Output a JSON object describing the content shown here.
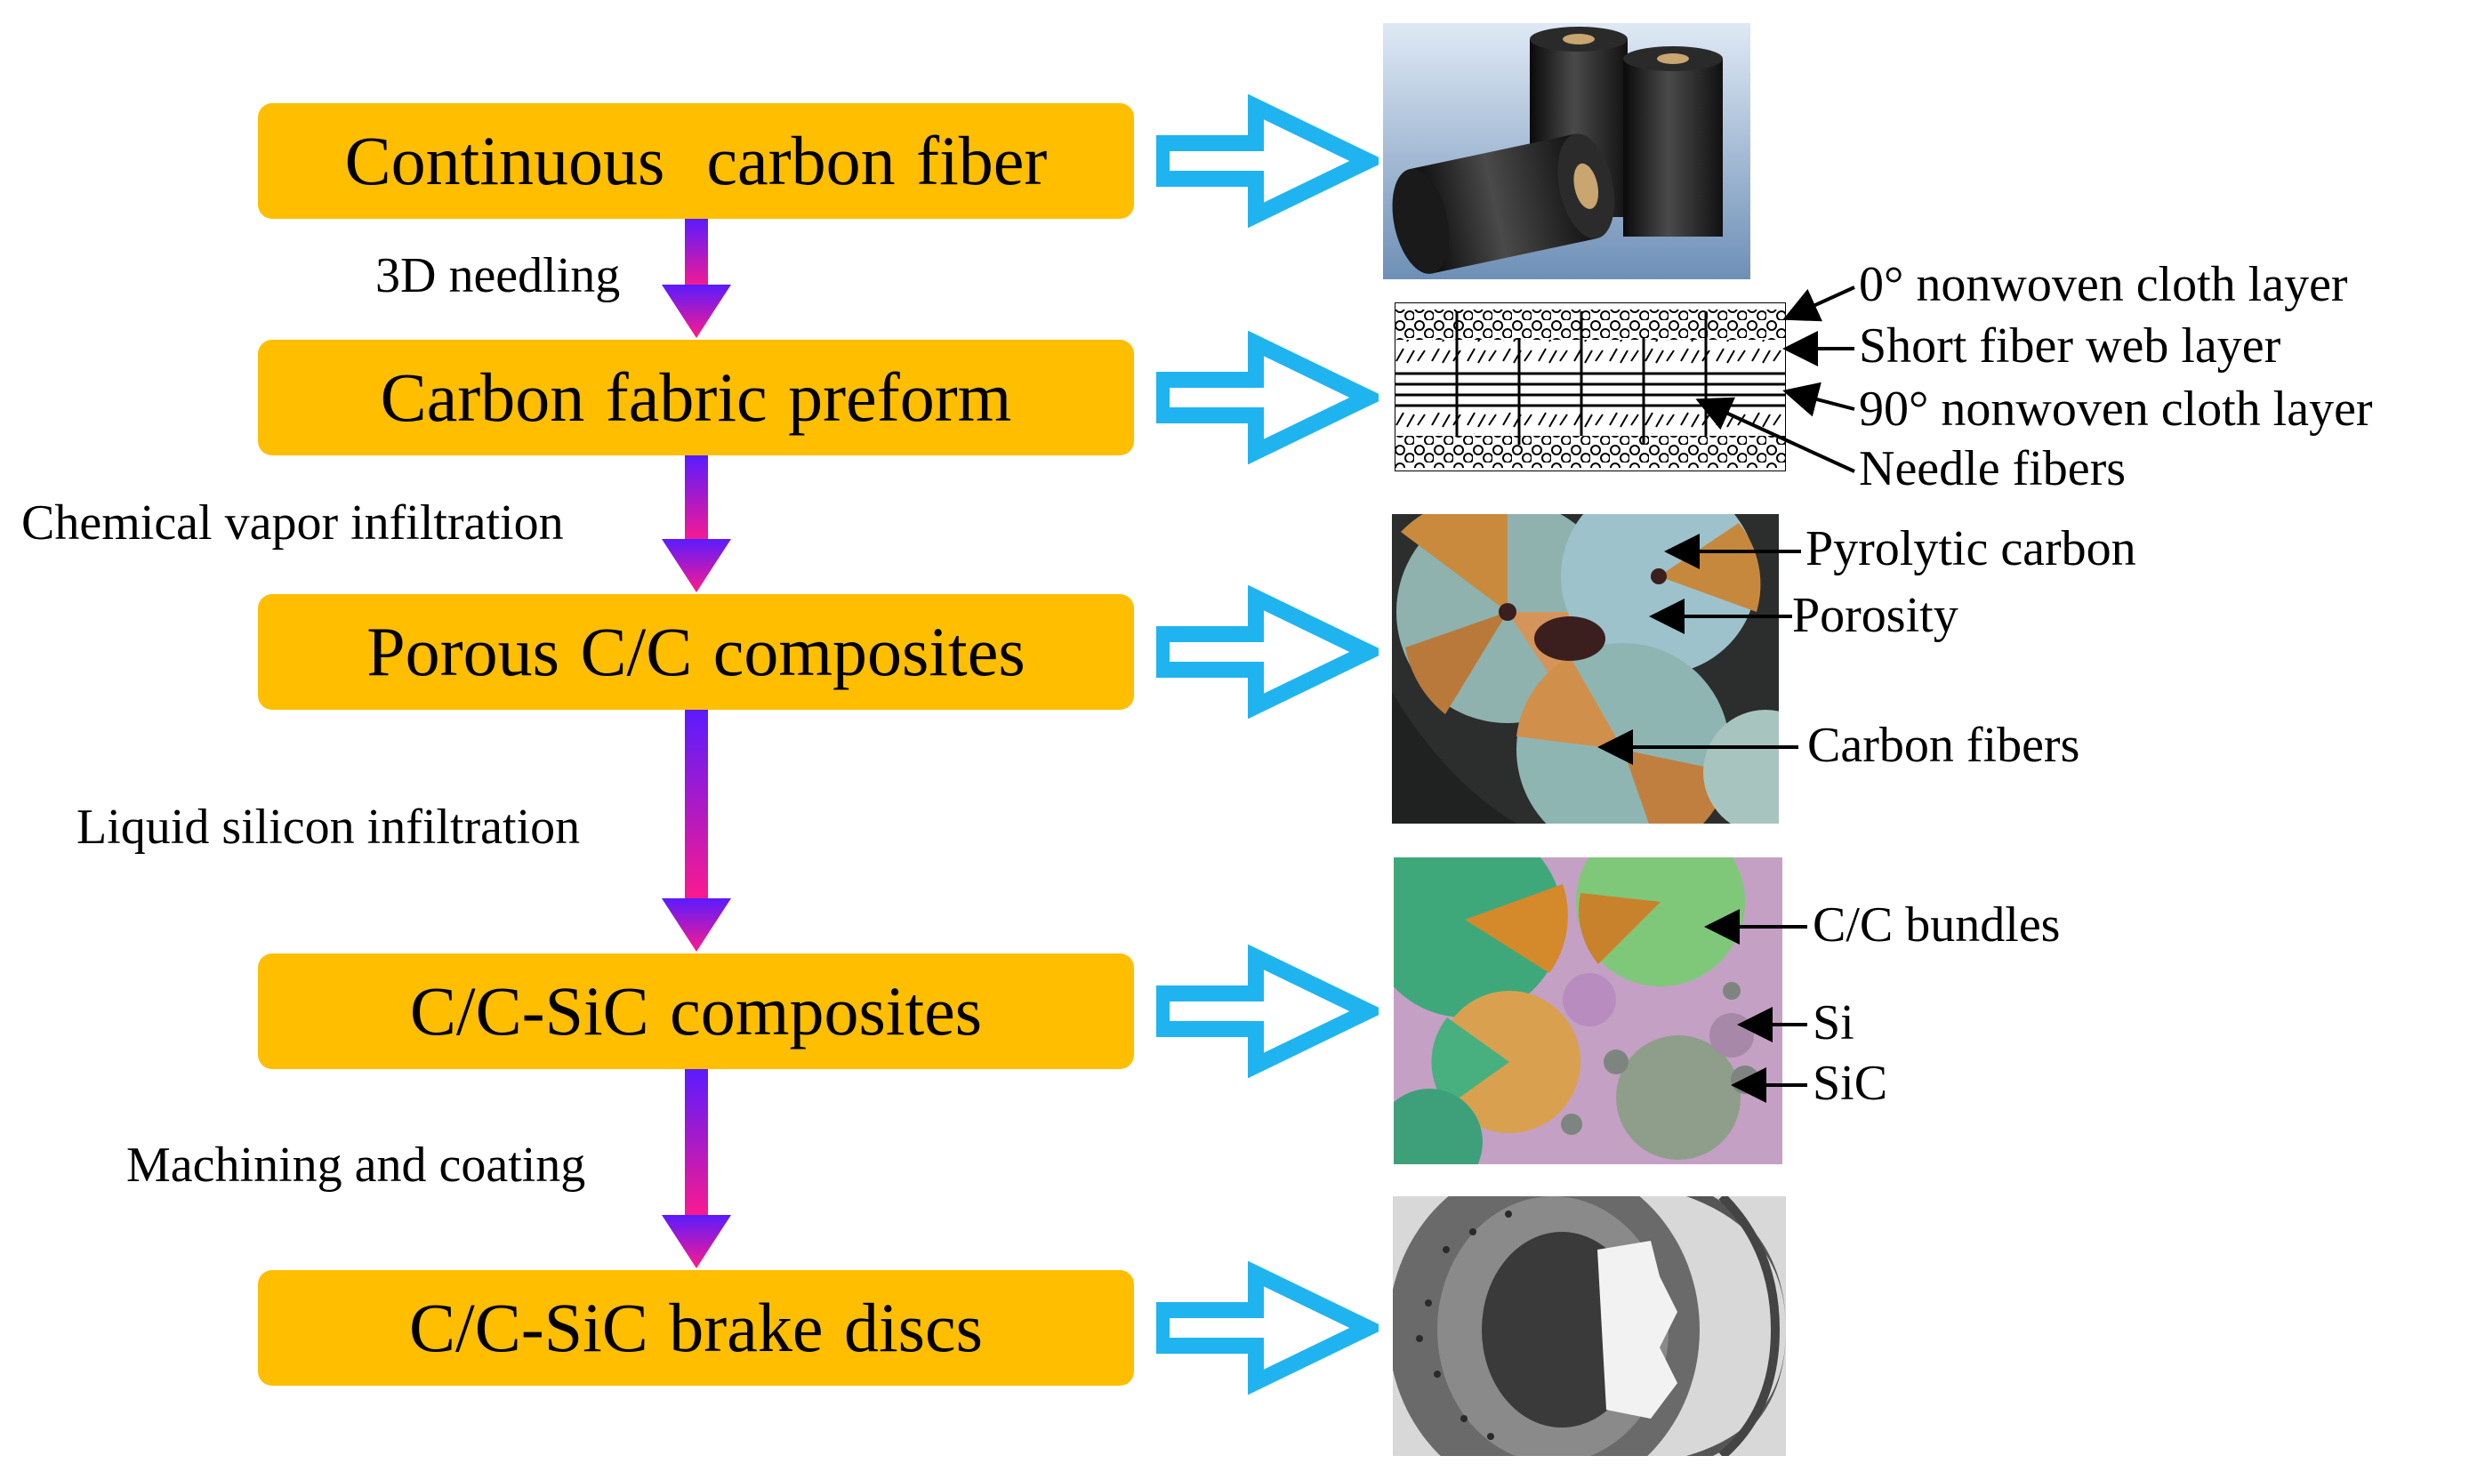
{
  "flow": {
    "stages": [
      {
        "label": "Continuous  carbon fiber"
      },
      {
        "label": "Carbon fabric preform"
      },
      {
        "label": "Porous C/C composites"
      },
      {
        "label": "C/C-SiC composites"
      },
      {
        "label": "C/C-SiC brake discs"
      }
    ],
    "steps": [
      {
        "label": "3D needling"
      },
      {
        "label": "Chemical vapor infiltration"
      },
      {
        "label": "Liquid silicon infiltration"
      },
      {
        "label": "Machining and coating"
      }
    ]
  },
  "panels": {
    "preform_callouts": [
      "0° nonwoven cloth layer",
      "Short fiber web layer",
      "90° nonwoven cloth layer",
      "Needle fibers"
    ],
    "porous_callouts": [
      "Pyrolytic carbon",
      "Porosity",
      "Carbon fibers"
    ],
    "ccsic_callouts": [
      "C/C bundles",
      "Si",
      "SiC"
    ]
  },
  "colors": {
    "stage_box": "#FFBE00",
    "process_arrow_top": "#5A1BFF",
    "process_arrow_bottom": "#FF1A8C",
    "result_arrow": "#1FB4F0"
  }
}
